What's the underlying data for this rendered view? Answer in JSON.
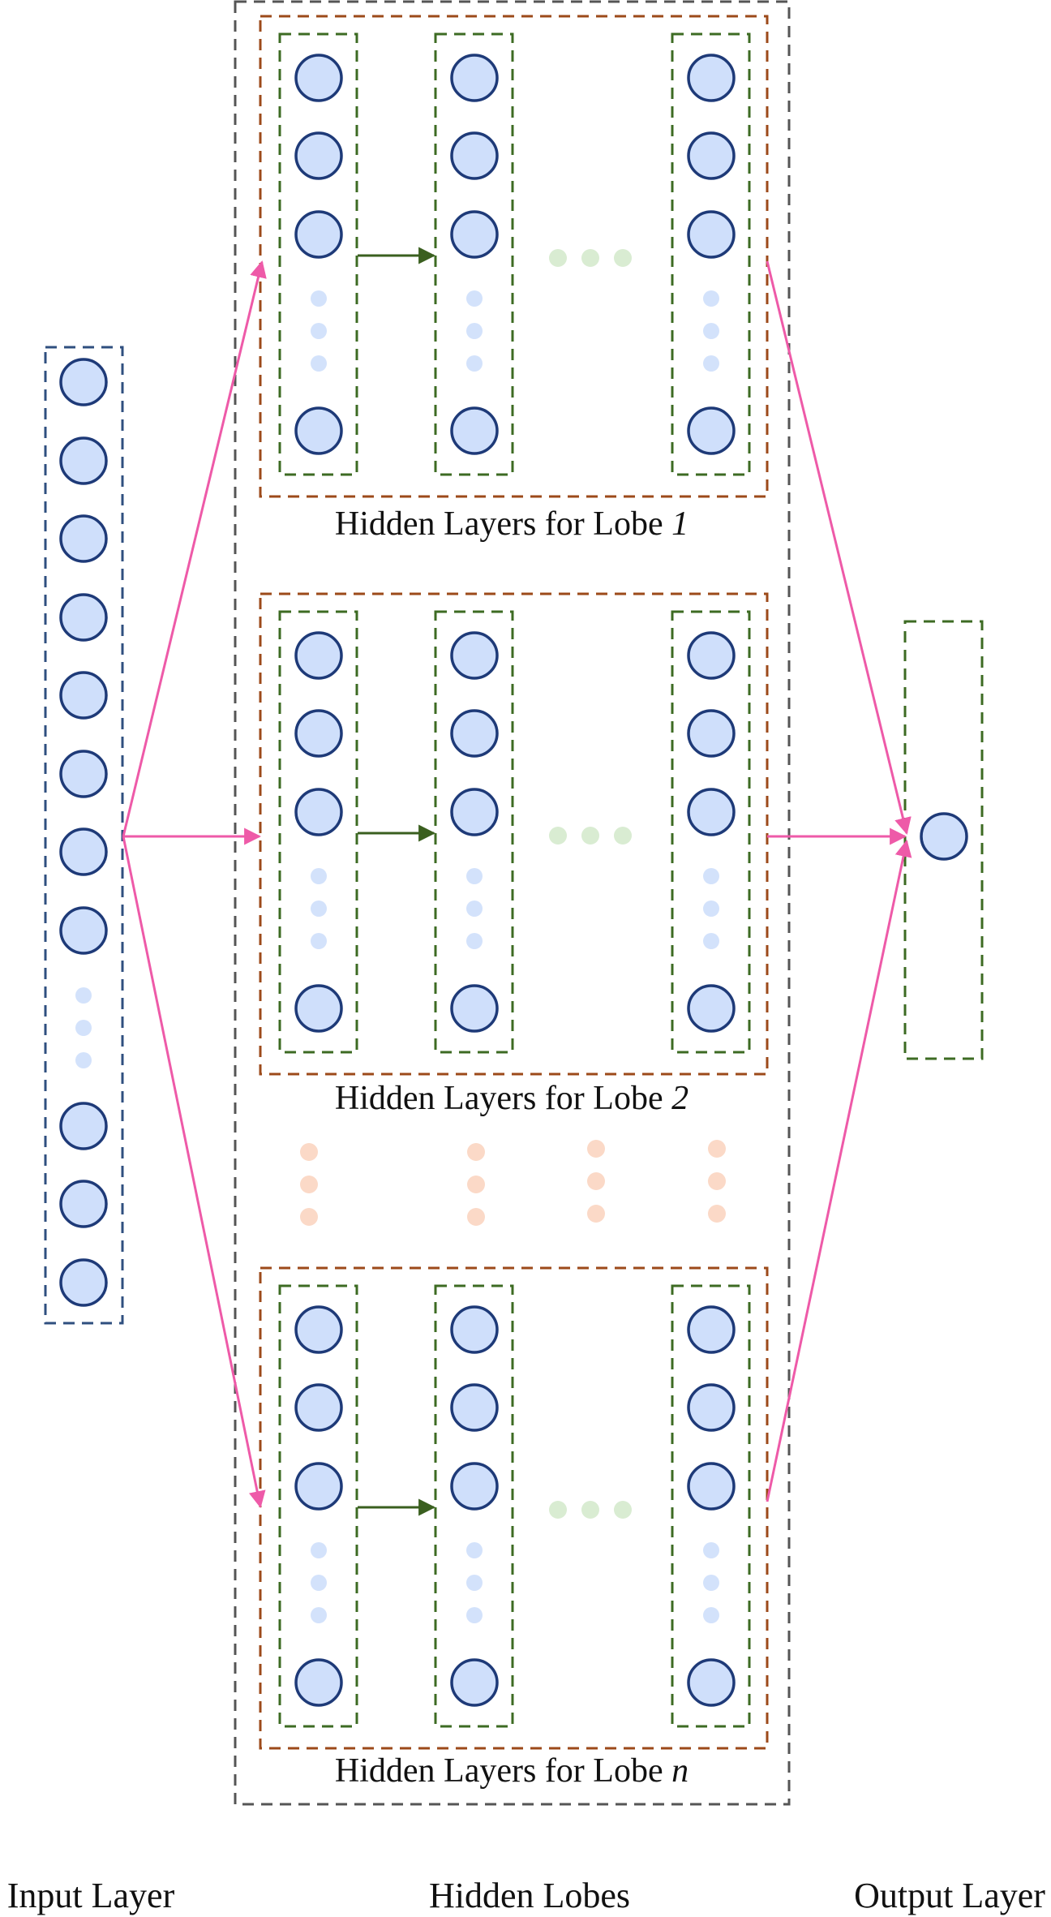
{
  "colors": {
    "node_fill": "#cfdffb",
    "node_stroke": "#1e3a78",
    "input_box": "#2f4f7f",
    "layer_box": "#3d6b23",
    "lobe_box": "#9c4a1a",
    "outer_box": "#555555",
    "flow_arrow": "#ee5aa8",
    "inner_arrow": "#3a5f1f",
    "blue_dots": "#d3e2fb",
    "green_dots": "#d9ecd2",
    "orange_dots": "#fbd9c7"
  },
  "lobes": [
    {
      "prefix": "Hidden Layers for Lobe ",
      "index": "1"
    },
    {
      "prefix": "Hidden Layers for Lobe ",
      "index": "2"
    },
    {
      "prefix": "Hidden Layers for Lobe ",
      "index": "n"
    }
  ],
  "bottom_labels": {
    "input": "Input Layer",
    "hidden": "Hidden Lobes",
    "output": "Output Layer"
  }
}
